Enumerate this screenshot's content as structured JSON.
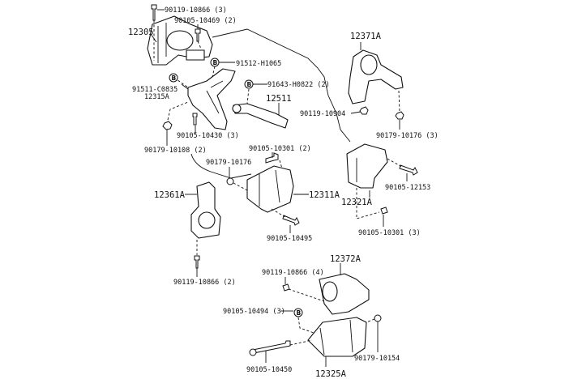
{
  "diagram": {
    "marker_letter": "B",
    "labels": {
      "p90119_10866_3": "90119-10866 (3)",
      "p90105_10469_2": "90105-10469 (2)",
      "p12305": "12305",
      "p91512_H1065": "91512-H1065",
      "p91511_C0835": "91511-C0835",
      "p12315A": "12315A",
      "p91643_H0822_2": "91643-H0822 (2)",
      "p12511": "12511",
      "p90105_10430_3": "90105-10430 (3)",
      "p90179_10108_2": "90179-10108 (2)",
      "p12371A": "12371A",
      "p90119_10904": "90119-10904",
      "p90179_10176_3": "90179-10176 (3)",
      "p90105_10301_2": "90105-10301 (2)",
      "p90179_10176": "90179-10176",
      "p12361A": "12361A",
      "p12311A": "12311A",
      "p90105_12153": "90105-12153",
      "p12321A": "12321A",
      "p90105_10495": "90105-10495",
      "p90105_10301_3": "90105-10301 (3)",
      "p90119_10866_2": "90119-10866 (2)",
      "p12372A": "12372A",
      "p90119_10866_4": "90119-10866 (4)",
      "p90105_10494_3": "90105-10494 (3)",
      "p90179_10154": "90179-10154",
      "p90105_10450": "90105-10450",
      "p12325A": "12325A"
    }
  }
}
